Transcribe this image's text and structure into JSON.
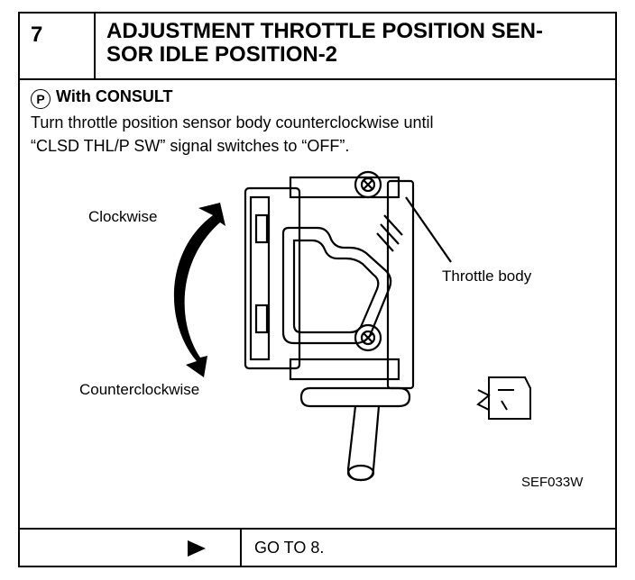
{
  "header": {
    "step_number": "7",
    "title_line1": "ADJUSTMENT THROTTLE POSITION SEN-",
    "title_line2": "SOR IDLE POSITION-2"
  },
  "section": {
    "consult_icon": "P",
    "consult_label": "With CONSULT",
    "instruction_line1": "Turn throttle position sensor body counterclockwise until",
    "instruction_line2": "“CLSD THL/P SW” signal switches to “OFF”."
  },
  "figure": {
    "label_clockwise": "Clockwise",
    "label_counterclockwise": "Counterclockwise",
    "label_throttle_body": "Throttle body",
    "figure_code": "SEF033W"
  },
  "footer": {
    "next_step": "GO TO 8."
  },
  "icons": {
    "consult": "consult-p-icon",
    "rotation": "double-arrow-curve-icon",
    "connector": "connector-icon",
    "next": "triangle-right-icon"
  }
}
